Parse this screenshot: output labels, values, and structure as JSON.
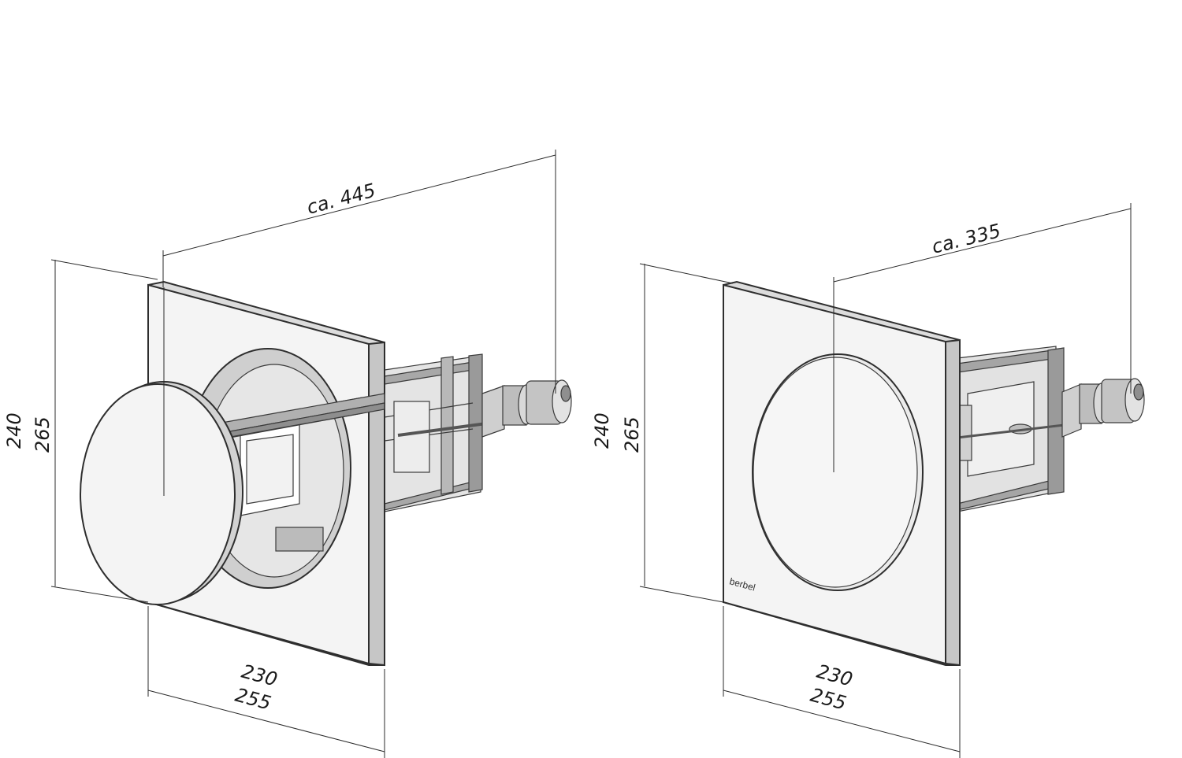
{
  "left_unit": {
    "depth_label": "ca. 445",
    "height_inner": "240",
    "height_outer": "265",
    "width_inner": "230",
    "width_outer": "255"
  },
  "right_unit": {
    "depth_label": "ca. 335",
    "height_inner": "240",
    "height_outer": "265",
    "width_inner": "230",
    "width_outer": "255",
    "brand_label": "berbel"
  },
  "colors": {
    "line": "#2e2e2e",
    "plate_face": "#f4f4f4",
    "plate_edge": "#c8c8c8",
    "frame": "#a9a9a9",
    "background": "#ffffff"
  }
}
